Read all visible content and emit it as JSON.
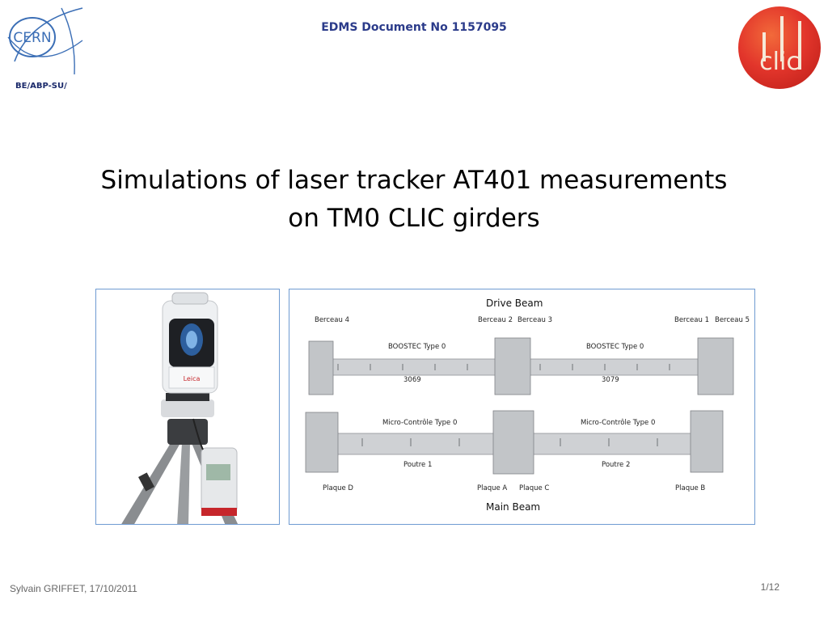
{
  "header": {
    "cern_logo_text": "CERN",
    "department": "BE/ABP-SU/",
    "edms": "EDMS Document No 1157095",
    "clic_logo_text": "clic"
  },
  "title": {
    "line1": "Simulations of laser tracker AT401 measurements",
    "line2": "on TM0 CLIC girders"
  },
  "diagram": {
    "drive_beam": "Drive Beam",
    "main_beam": "Main Beam",
    "berceau_4": "Berceau 4",
    "berceau_2": "Berceau 2",
    "berceau_3": "Berceau 3",
    "berceau_1": "Berceau 1",
    "berceau_5": "Berceau 5",
    "boostec_left": "BOOSTEC Type 0",
    "boostec_right": "BOOSTEC Type 0",
    "girder_left_id": "3069",
    "girder_right_id": "3079",
    "micro_left": "Micro-Contrôle Type 0",
    "micro_right": "Micro-Contrôle Type 0",
    "poutre_1": "Poutre 1",
    "poutre_2": "Poutre 2",
    "plaque_d": "Plaque D",
    "plaque_a": "Plaque A",
    "plaque_c": "Plaque C",
    "plaque_b": "Plaque B"
  },
  "photo": {
    "device_brand": "Leica"
  },
  "footer": {
    "author_date": "Sylvain GRIFFET, 17/10/2011",
    "page": "1/12"
  },
  "colors": {
    "edms_blue": "#2b3b8a",
    "cern_blue": "#3c6fb6",
    "clic_red": "#e2352b",
    "frame_blue": "#6f9bd2"
  }
}
